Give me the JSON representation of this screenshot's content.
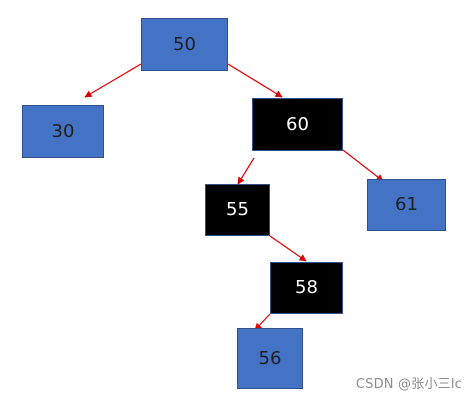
{
  "tree": {
    "nodes": [
      {
        "id": "50",
        "label": "50",
        "color": "blue"
      },
      {
        "id": "30",
        "label": "30",
        "color": "blue"
      },
      {
        "id": "60",
        "label": "60",
        "color": "black"
      },
      {
        "id": "55",
        "label": "55",
        "color": "black"
      },
      {
        "id": "61",
        "label": "61",
        "color": "blue"
      },
      {
        "id": "58",
        "label": "58",
        "color": "black"
      },
      {
        "id": "56",
        "label": "56",
        "color": "blue"
      }
    ],
    "edges": [
      {
        "from": "50",
        "to": "30"
      },
      {
        "from": "50",
        "to": "60"
      },
      {
        "from": "60",
        "to": "55"
      },
      {
        "from": "60",
        "to": "61"
      },
      {
        "from": "55",
        "to": "58"
      },
      {
        "from": "58",
        "to": "56"
      }
    ]
  },
  "colors": {
    "blue_node": "#4472c4",
    "black_node": "#000000",
    "edge": "#ff0000"
  },
  "watermark": "CSDN @张小三lc"
}
